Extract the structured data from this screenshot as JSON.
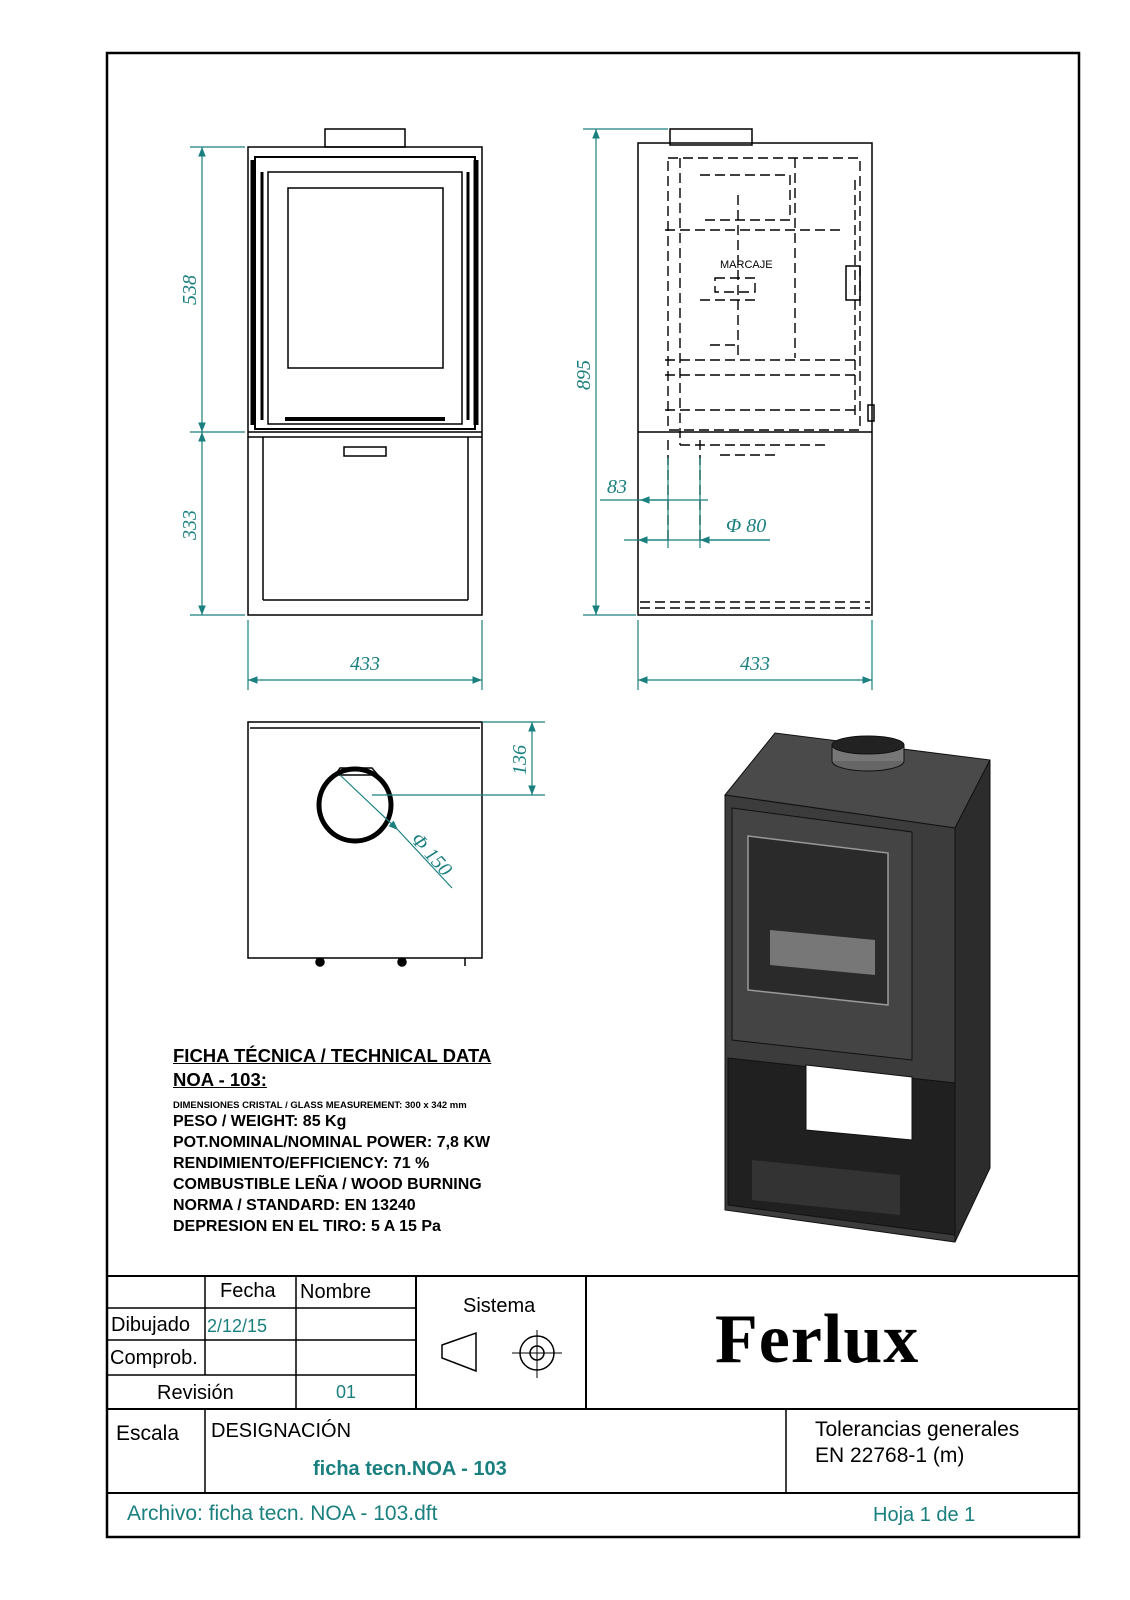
{
  "views": {
    "marcaje_label": "MARCAJE"
  },
  "dimensions": {
    "front_upper_height": "538",
    "front_lower_height": "333",
    "front_width": "433",
    "side_total_height": "895",
    "side_flue_offset": "83",
    "side_flue_diameter": "Φ 80",
    "side_width": "433",
    "top_flue_offset": "136",
    "top_flue_diameter": "Φ 150"
  },
  "technical": {
    "heading": "FICHA TÉCNICA / TECHNICAL DATA",
    "model": "NOA - 103:",
    "glass": "DIMENSIONES CRISTAL / GLASS MEASUREMENT:  300 x 342 mm",
    "lines": [
      "PESO / WEIGHT: 85 Kg",
      "POT.NOMINAL/NOMINAL POWER: 7,8 KW",
      "RENDIMIENTO/EFFICIENCY: 71 %",
      "COMBUSTIBLE LEÑA / WOOD BURNING",
      "NORMA / STANDARD: EN 13240",
      "DEPRESION EN EL TIRO: 5 A 15 Pa"
    ]
  },
  "title_block": {
    "fecha_label": "Fecha",
    "nombre_label": "Nombre",
    "dibujado_label": "Dibujado",
    "dibujado_date": "2/12/15",
    "comprob_label": "Comprob.",
    "revision_label": "Revisión",
    "revision_value": "01",
    "sistema_label": "Sistema",
    "brand": "Ferlux",
    "escala_label": "Escala",
    "designacion_label": "DESIGNACIÓN",
    "designacion_value": "ficha tecn.NOA - 103",
    "tolerancias_line1": "Tolerancias generales",
    "tolerancias_line2": "EN 22768-1 (m)",
    "archivo": "Archivo: ficha tecn. NOA - 103.dft",
    "hoja": "Hoja 1 de 1"
  },
  "colors": {
    "dimension": "#1a7f7f",
    "stove_body": "#3a3a3a",
    "outline": "#000000"
  }
}
